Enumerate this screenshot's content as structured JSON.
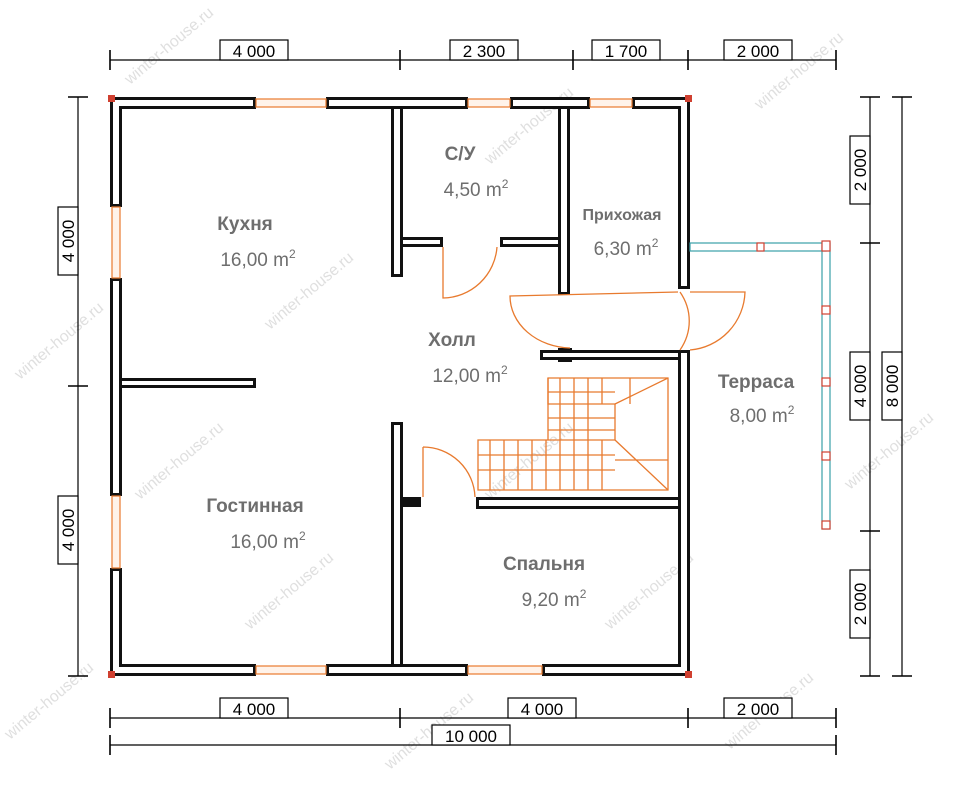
{
  "rooms": {
    "kitchen": {
      "name": "Кухня",
      "area": "16,00 m",
      "unit_exp": "2"
    },
    "bathroom": {
      "name": "С/У",
      "area": "4,50 m",
      "unit_exp": "2"
    },
    "hallway": {
      "name": "Прихожая",
      "area": "6,30 m",
      "unit_exp": "2"
    },
    "hall": {
      "name": "Холл",
      "area": "12,00 m",
      "unit_exp": "2"
    },
    "terrace": {
      "name": "Терраса",
      "area": "8,00 m",
      "unit_exp": "2"
    },
    "living": {
      "name": "Гостинная",
      "area": "16,00 m",
      "unit_exp": "2"
    },
    "bedroom": {
      "name": "Спальня",
      "area": "9,20 m",
      "unit_exp": "2"
    }
  },
  "dimensions": {
    "top": [
      "4 000",
      "2 300",
      "1 700",
      "2 000"
    ],
    "bottom": [
      "4 000",
      "4 000",
      "2 000"
    ],
    "bottom_total": "10 000",
    "left": [
      "4 000",
      "4 000"
    ],
    "right": [
      "2 000",
      "4 000",
      "2 000"
    ],
    "right_total": "8 000"
  },
  "watermark": "winter-house.ru",
  "colors": {
    "wall": "#111111",
    "window_door": "#e87a2e",
    "terrace_rail": "#3aa0a8",
    "corner_marker": "#d04030",
    "room_text": "#6e6e6e"
  }
}
